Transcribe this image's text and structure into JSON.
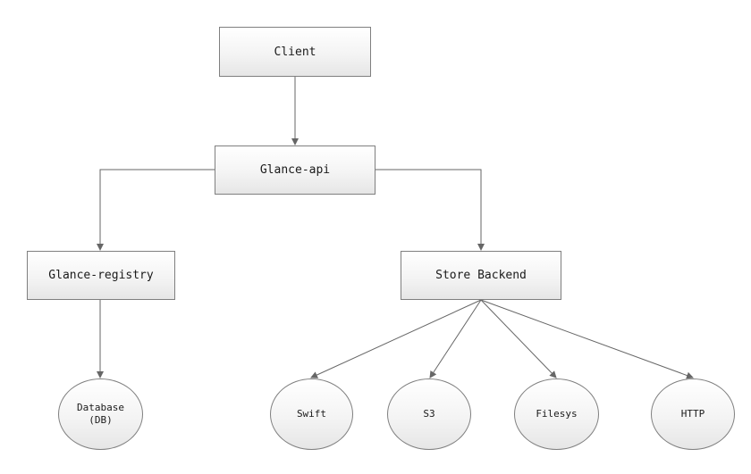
{
  "diagram": {
    "nodes": {
      "client": "Client",
      "glance_api": "Glance-api",
      "glance_registry": "Glance-registry",
      "store_backend": "Store Backend",
      "database": "Database\n(DB)",
      "swift": "Swift",
      "s3": "S3",
      "filesys": "Filesys",
      "http": "HTTP"
    },
    "edges": [
      {
        "from": "Client",
        "to": "Glance-api"
      },
      {
        "from": "Glance-api",
        "to": "Glance-registry"
      },
      {
        "from": "Glance-api",
        "to": "Store Backend"
      },
      {
        "from": "Glance-registry",
        "to": "Database (DB)"
      },
      {
        "from": "Store Backend",
        "to": "Swift"
      },
      {
        "from": "Store Backend",
        "to": "S3"
      },
      {
        "from": "Store Backend",
        "to": "Filesys"
      },
      {
        "from": "Store Backend",
        "to": "HTTP"
      }
    ],
    "colors": {
      "line": "#666666",
      "node_border": "#7f7f7f",
      "node_fill_top": "#ffffff",
      "node_fill_bottom": "#e6e6e6"
    }
  }
}
